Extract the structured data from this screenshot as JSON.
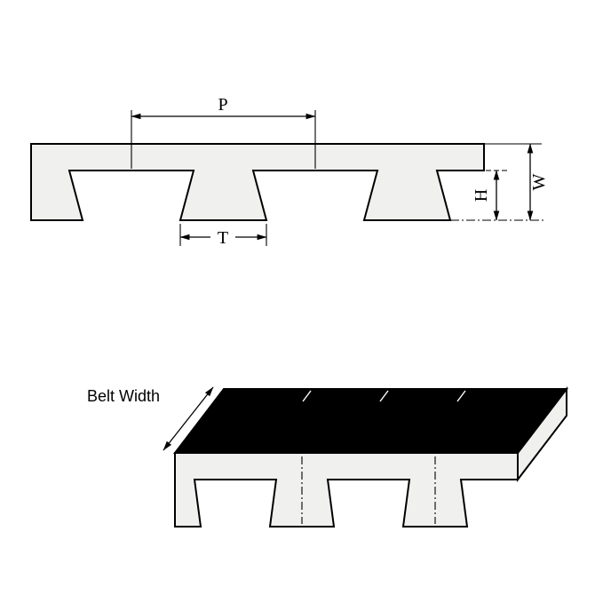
{
  "cross_section": {
    "pitch_label": "P",
    "tooth_width_label": "T",
    "tooth_height_label": "H",
    "thickness_label": "W"
  },
  "iso_view": {
    "belt_width_label": "Belt Width"
  },
  "colors": {
    "belt_fill": "#f0f0ee",
    "outline": "#000000",
    "top_surface": "#000000",
    "background": "#ffffff"
  }
}
